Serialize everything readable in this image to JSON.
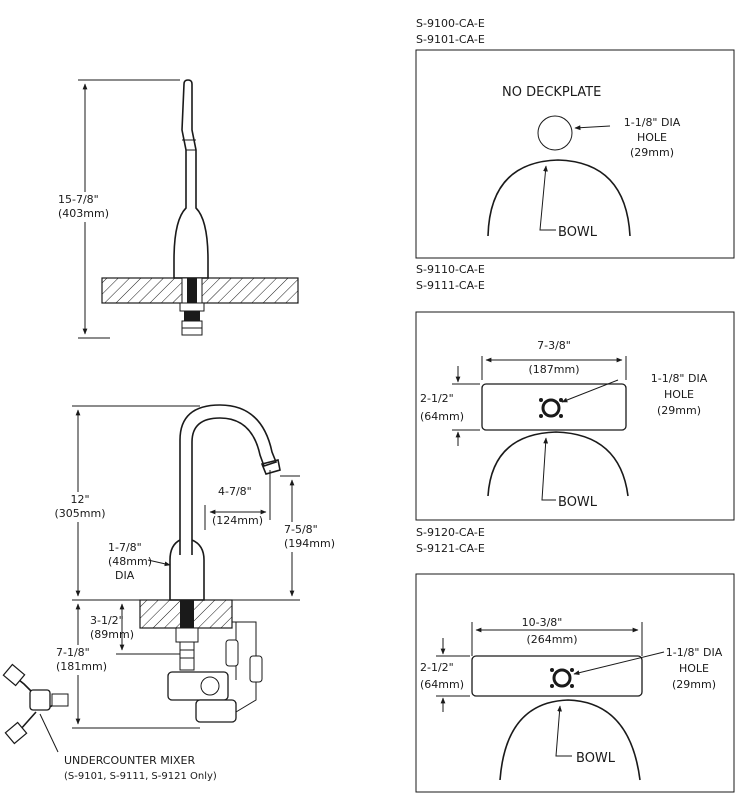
{
  "faucet_tall": {
    "height_in": "15-7/8\"",
    "height_mm": "(403mm)"
  },
  "faucet_gooseneck": {
    "height_in": "12\"",
    "height_mm": "(305mm)",
    "reach_in": "4-7/8\"",
    "reach_mm": "(124mm)",
    "spout_height_in": "7-5/8\"",
    "spout_height_mm": "(194mm)",
    "base_dia_in": "1-7/8\"",
    "base_dia_mm": "(48mm)",
    "base_dia_label": "DIA",
    "shank_in": "3-1/2\"",
    "shank_mm": "(89mm)",
    "below_in": "7-1/8\"",
    "below_mm": "(181mm)",
    "mixer_label": "UNDERCOUNTER MIXER",
    "mixer_note": "(S-9101, S-9111, S-9121 Only)"
  },
  "panel1": {
    "model_a": "S-9100-CA-E",
    "model_b": "S-9101-CA-E",
    "heading": "NO DECKPLATE",
    "hole_1": "1-1/8\" DIA",
    "hole_2": "HOLE",
    "hole_3": "(29mm)",
    "bowl": "BOWL"
  },
  "panel2": {
    "model_a": "S-9110-CA-E",
    "model_b": "S-9111-CA-E",
    "width_in": "7-3/8\"",
    "width_mm": "(187mm)",
    "depth_in": "2-1/2\"",
    "depth_mm": "(64mm)",
    "hole_1": "1-1/8\" DIA",
    "hole_2": "HOLE",
    "hole_3": "(29mm)",
    "bowl": "BOWL"
  },
  "panel3": {
    "model_a": "S-9120-CA-E",
    "model_b": "S-9121-CA-E",
    "width_in": "10-3/8\"",
    "width_mm": "(264mm)",
    "depth_in": "2-1/2\"",
    "depth_mm": "(64mm)",
    "hole_1": "1-1/8\" DIA",
    "hole_2": "HOLE",
    "hole_3": "(29mm)",
    "bowl": "BOWL"
  }
}
